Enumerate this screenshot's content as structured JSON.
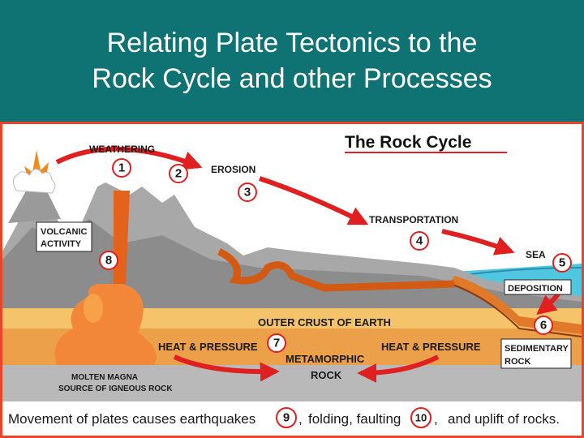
{
  "slide": {
    "title_line1": "Relating Plate Tectonics to the",
    "title_line2": "Rock Cycle and other Processes"
  },
  "diagram": {
    "heading": "The Rock Cycle",
    "labels": {
      "weathering": "WEATHERING",
      "erosion": "EROSION",
      "transportation": "TRANSPORTATION",
      "sea": "SEA",
      "deposition": "DEPOSITION",
      "volcanic_1": "VOLCANIC",
      "volcanic_2": "ACTIVITY",
      "outer_crust": "OUTER CRUST OF EARTH",
      "heat_pressure_left": "HEAT & PRESSURE",
      "heat_pressure_right": "HEAT & PRESSURE",
      "metamorphic_1": "METAMORPHIC",
      "metamorphic_2": "ROCK",
      "sedimentary_1": "SEDIMENTARY",
      "sedimentary_2": "ROCK",
      "magma_1": "MOLTEN MAGNA",
      "magma_2": "SOURCE OF IGNEOUS ROCK"
    },
    "numbers": [
      "1",
      "2",
      "3",
      "4",
      "5",
      "6",
      "7",
      "8",
      "9",
      "10"
    ],
    "bottom": {
      "part1": "Movement of plates causes earthquakes",
      "sep1": ",",
      "part2": "folding, faulting",
      "sep2": ",",
      "part3": "and uplift of rocks."
    }
  }
}
